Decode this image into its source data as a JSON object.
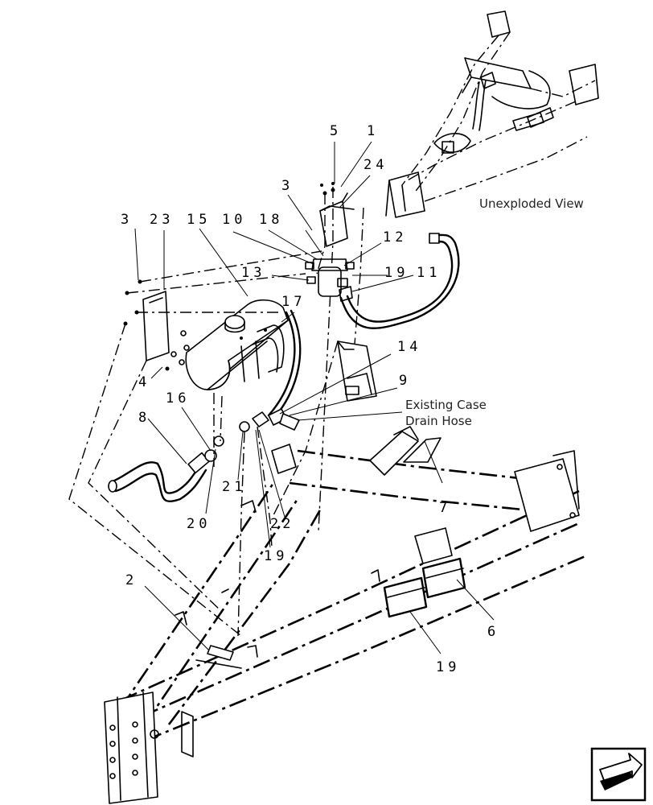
{
  "diagram": {
    "labels": {
      "unexploded_view": "Unexploded View",
      "existing_case_line1": "Existing Case",
      "existing_case_line2": "Drain Hose"
    },
    "callouts": [
      "1",
      "2",
      "3",
      "3",
      "4",
      "5",
      "6",
      "7",
      "8",
      "9",
      "10",
      "11",
      "12",
      "13",
      "14",
      "15",
      "16",
      "17",
      "18",
      "19",
      "19",
      "19",
      "20",
      "21",
      "22",
      "23",
      "24"
    ],
    "nav_icon": "next-page-arrow-icon"
  }
}
